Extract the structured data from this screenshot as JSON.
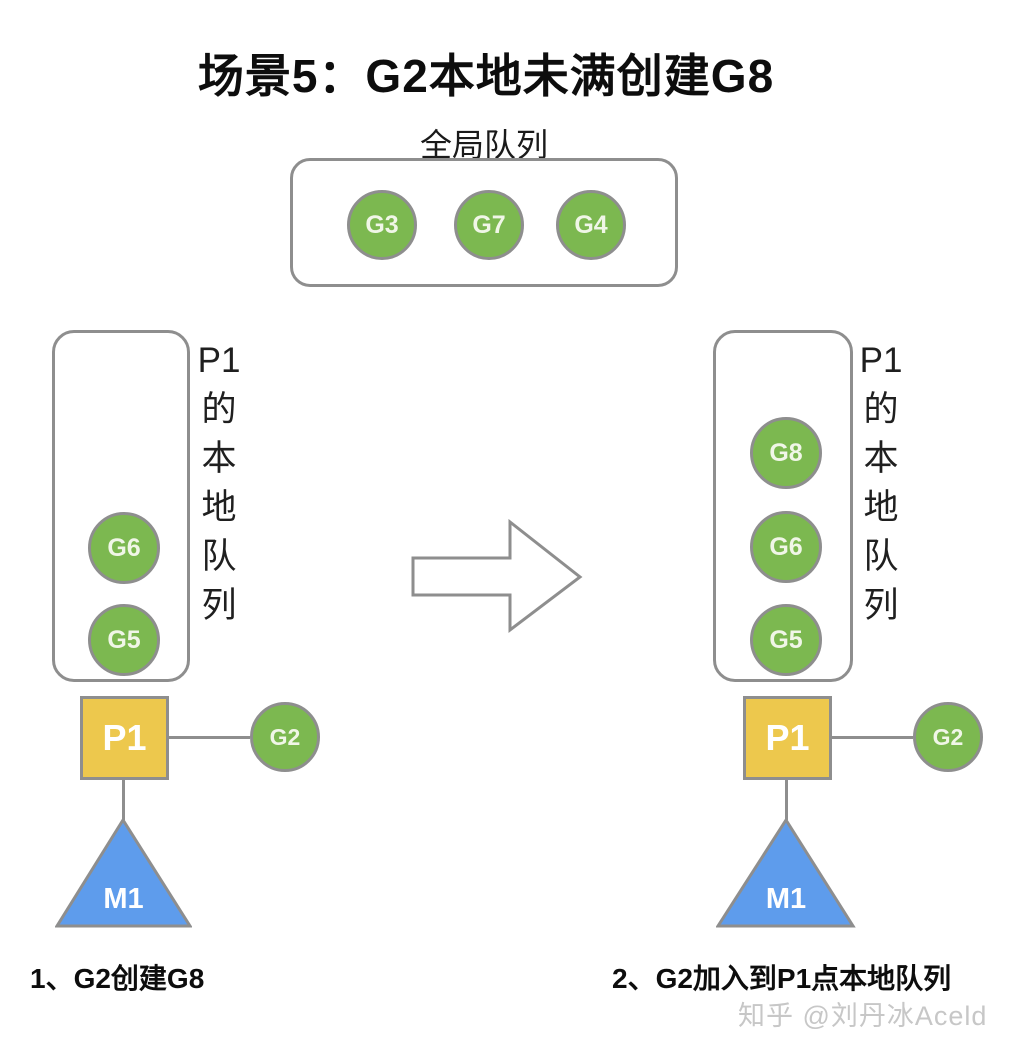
{
  "title": "场景5：G2本地未满创建G8",
  "colors": {
    "goroutine_green": "#7cb850",
    "processor_yellow": "#edc84d",
    "machine_blue": "#5e9cec",
    "outline_gray": "#8e8e8e"
  },
  "global_queue": {
    "label": "全局队列",
    "items": [
      "G3",
      "G7",
      "G4"
    ]
  },
  "local_queue_label": {
    "chars": [
      "P1",
      "的",
      "本",
      "地",
      "队",
      "列"
    ]
  },
  "left_panel": {
    "queue_items": [
      "G6",
      "G5"
    ],
    "processor": "P1",
    "goroutine": "G2",
    "machine": "M1",
    "caption": "1、G2创建G8"
  },
  "right_panel": {
    "queue_items": [
      "G8",
      "G6",
      "G5"
    ],
    "processor": "P1",
    "goroutine": "G2",
    "machine": "M1",
    "caption": "2、G2加入到P1点本地队列"
  },
  "watermark": "知乎 @刘丹冰Aceld"
}
